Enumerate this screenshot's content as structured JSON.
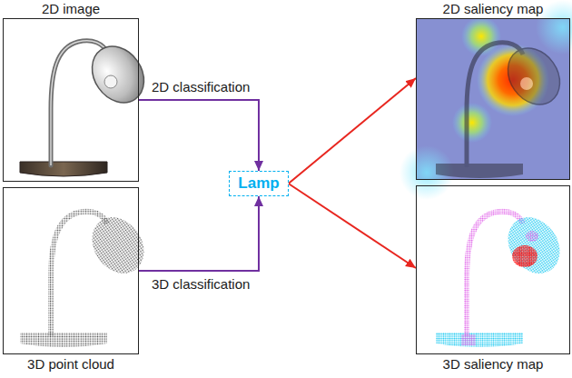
{
  "diagram": {
    "nodes": [
      {
        "text": [
          "2D image"
        ]
      },
      {
        "text": [
          "3D point cloud"
        ]
      },
      {
        "text": [
          "Lamp"
        ]
      },
      {
        "text": [
          "2D saliency map"
        ]
      },
      {
        "text": [
          "3D saliency map"
        ]
      }
    ],
    "edges": [
      {
        "from": 0,
        "to": 2,
        "arrow": "to",
        "label": "2D classification"
      },
      {
        "from": 1,
        "to": 2,
        "arrow": "to",
        "label": "3D classification"
      },
      {
        "from": 2,
        "to": 3,
        "arrow": "to"
      },
      {
        "from": 2,
        "to": 4,
        "arrow": "to"
      }
    ]
  }
}
